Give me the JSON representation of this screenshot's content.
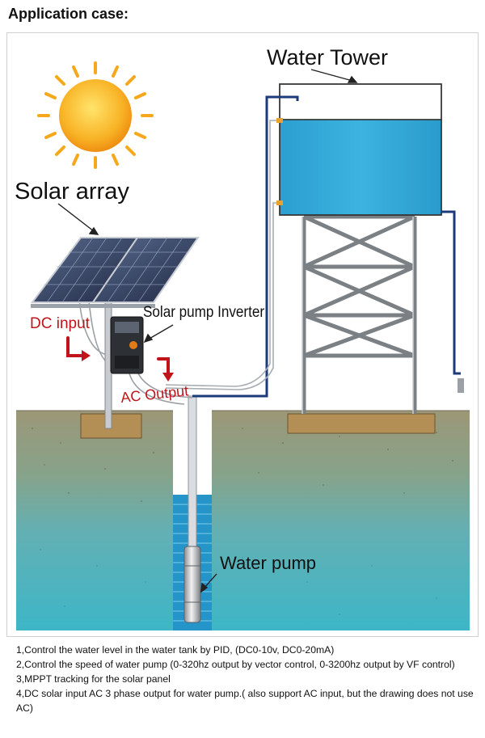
{
  "heading": "Application case:",
  "labels": {
    "water_tower": "Water Tower",
    "solar_array": "Solar array",
    "inverter": "Solar pump Inverter",
    "dc_input": "DC input",
    "ac_output": "AC Output",
    "water_pump": "Water pump"
  },
  "notes": [
    "1,Control the water level in the water tank by PID, (DC0-10v, DC0-20mA)",
    "2,Control the speed of water pump (0-320hz output by vector control, 0-3200hz output by VF control)",
    "3,MPPT tracking for the solar panel",
    "4,DC solar input AC 3 phase output for water pump.( also support AC input, but the drawing does not use AC)"
  ],
  "colors": {
    "tank_water": "#2aa7d6",
    "ground": "#9a9677",
    "groundwater": "#4cb7c4",
    "label_red": "#c0141a",
    "sun": "#f6a81c"
  }
}
